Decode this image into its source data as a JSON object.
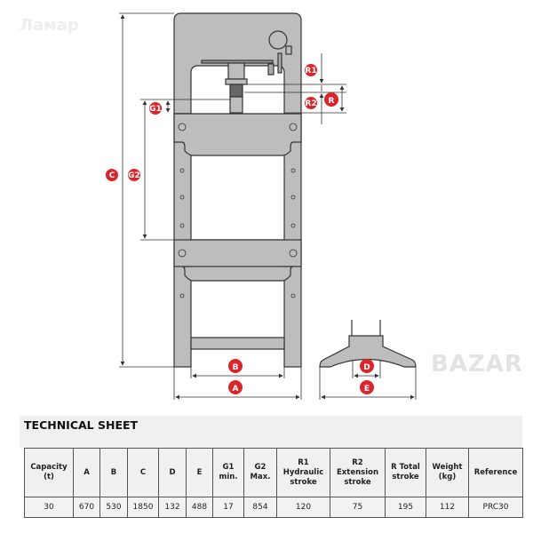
{
  "watermark": "Ламар",
  "watermark_bottom": "BAZAR",
  "labels": {
    "A": "A",
    "B": "B",
    "C": "C",
    "D": "D",
    "E": "E",
    "G1": "G1",
    "G2": "G2",
    "R1": "R1",
    "R2": "R2",
    "R": "R"
  },
  "colors": {
    "accent": "#d9262c",
    "frame": "#bdbdbd",
    "line": "#333333"
  },
  "sheet": {
    "title": "TECHNICAL SHEET",
    "headers": [
      "Capacity (t)",
      "A",
      "B",
      "C",
      "D",
      "E",
      "G1 min.",
      "G2 Max.",
      "R1 Hydraulic stroke",
      "R2 Extension stroke",
      "R Total stroke",
      "Weight (kg)",
      "Reference"
    ],
    "row": [
      "30",
      "670",
      "530",
      "1850",
      "132",
      "488",
      "17",
      "854",
      "120",
      "75",
      "195",
      "112",
      "PRC30"
    ]
  }
}
